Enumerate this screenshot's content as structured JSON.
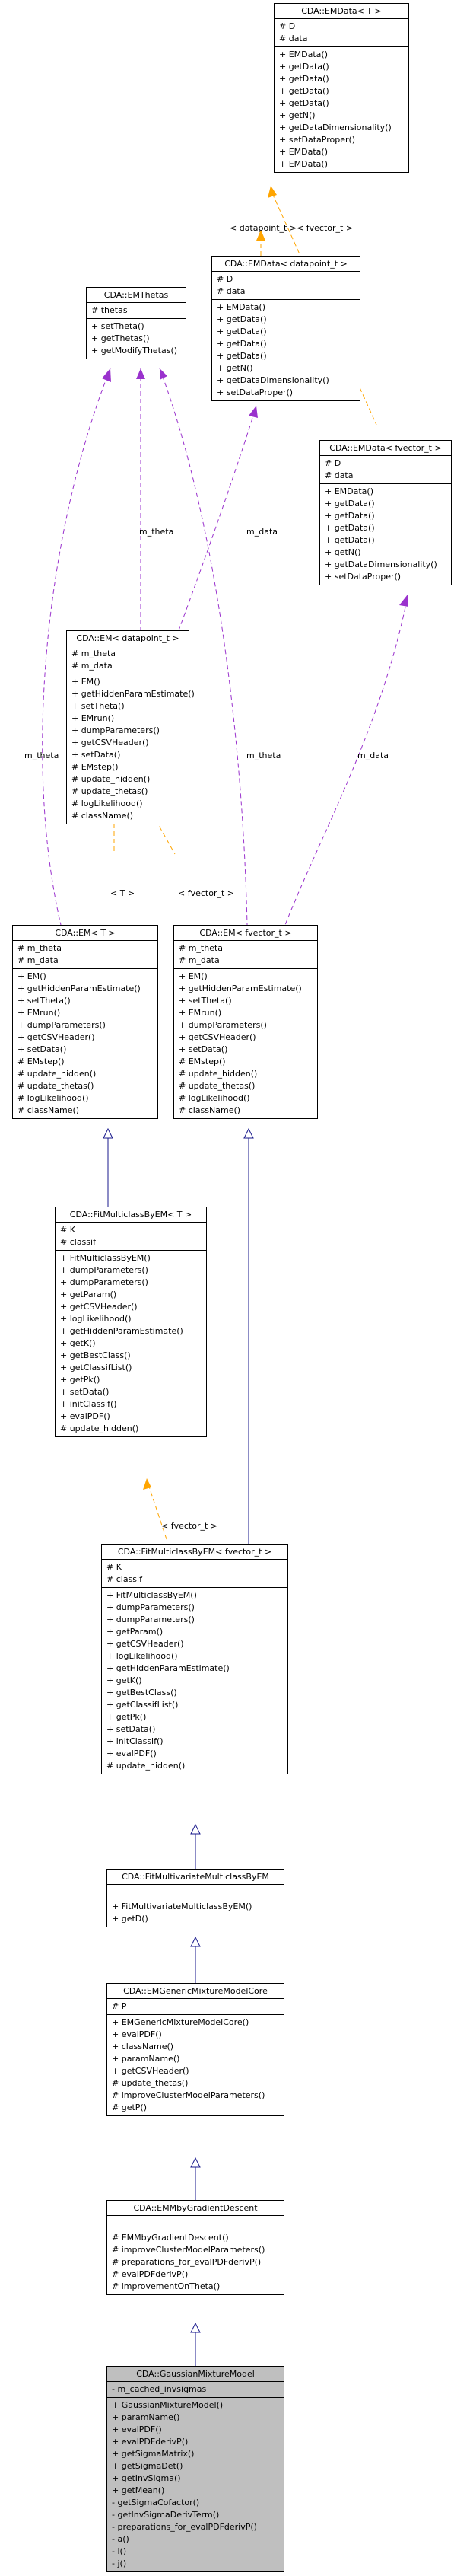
{
  "classes": {
    "emdata_t": {
      "title": "CDA::EMData< T >",
      "attrs": [
        "# D",
        "# data"
      ],
      "methods": [
        "+ EMData()",
        "+ getData()",
        "+ getData()",
        "+ getData()",
        "+ getData()",
        "+ getN()",
        "+ getDataDimensionality()",
        "+ setDataProper()",
        "+ EMData()",
        "+ EMData()"
      ]
    },
    "emthetas": {
      "title": "CDA::EMThetas",
      "attrs": [
        "# thetas"
      ],
      "methods": [
        "+ setTheta()",
        "+ getThetas()",
        "+ getModifyThetas()"
      ]
    },
    "emdata_dp": {
      "title": "CDA::EMData< datapoint_t >",
      "attrs": [
        "# D",
        "# data"
      ],
      "methods": [
        "+ EMData()",
        "+ getData()",
        "+ getData()",
        "+ getData()",
        "+ getData()",
        "+ getN()",
        "+ getDataDimensionality()",
        "+ setDataProper()"
      ]
    },
    "emdata_fv": {
      "title": "CDA::EMData< fvector_t >",
      "attrs": [
        "# D",
        "# data"
      ],
      "methods": [
        "+ EMData()",
        "+ getData()",
        "+ getData()",
        "+ getData()",
        "+ getData()",
        "+ getN()",
        "+ getDataDimensionality()",
        "+ setDataProper()"
      ]
    },
    "em_dp": {
      "title": "CDA::EM< datapoint_t >",
      "attrs": [
        "# m_theta",
        "# m_data"
      ],
      "methods": [
        "+ EM()",
        "+ getHiddenParamEstimate()",
        "+ setTheta()",
        "+ EMrun()",
        "+ dumpParameters()",
        "+ getCSVHeader()",
        "+ setData()",
        "# EMstep()",
        "# update_hidden()",
        "# update_thetas()",
        "# logLikelihood()",
        "# className()"
      ]
    },
    "em_t": {
      "title": "CDA::EM< T >",
      "attrs": [
        "# m_theta",
        "# m_data"
      ],
      "methods": [
        "+ EM()",
        "+ getHiddenParamEstimate()",
        "+ setTheta()",
        "+ EMrun()",
        "+ dumpParameters()",
        "+ getCSVHeader()",
        "+ setData()",
        "# EMstep()",
        "# update_hidden()",
        "# update_thetas()",
        "# logLikelihood()",
        "# className()"
      ]
    },
    "em_fv": {
      "title": "CDA::EM< fvector_t >",
      "attrs": [
        "# m_theta",
        "# m_data"
      ],
      "methods": [
        "+ EM()",
        "+ getHiddenParamEstimate()",
        "+ setTheta()",
        "+ EMrun()",
        "+ dumpParameters()",
        "+ getCSVHeader()",
        "+ setData()",
        "# EMstep()",
        "# update_hidden()",
        "# update_thetas()",
        "# logLikelihood()",
        "# className()"
      ]
    },
    "fmc_t": {
      "title": "CDA::FitMulticlassByEM< T >",
      "attrs": [
        "# K",
        "# classif"
      ],
      "methods": [
        "+ FitMulticlassByEM()",
        "+ dumpParameters()",
        "+ dumpParameters()",
        "+ getParam()",
        "+ getCSVHeader()",
        "+ logLikelihood()",
        "+ getHiddenParamEstimate()",
        "+ getK()",
        "+ getBestClass()",
        "+ getClassifList()",
        "+ getPk()",
        "+ setData()",
        "+ initClassif()",
        "+ evalPDF()",
        "# update_hidden()"
      ]
    },
    "fmc_fv": {
      "title": "CDA::FitMulticlassByEM< fvector_t >",
      "attrs": [
        "# K",
        "# classif"
      ],
      "methods": [
        "+ FitMulticlassByEM()",
        "+ dumpParameters()",
        "+ dumpParameters()",
        "+ getParam()",
        "+ getCSVHeader()",
        "+ logLikelihood()",
        "+ getHiddenParamEstimate()",
        "+ getK()",
        "+ getBestClass()",
        "+ getClassifList()",
        "+ getPk()",
        "+ setData()",
        "+ initClassif()",
        "+ evalPDF()",
        "# update_hidden()"
      ]
    },
    "fmv": {
      "title": "CDA::FitMultivariateMulticlassByEM",
      "attrs": [],
      "methods": [
        "+ FitMultivariateMulticlassByEM()",
        "+ getD()"
      ]
    },
    "emg": {
      "title": "CDA::EMGenericMixtureModelCore",
      "attrs": [
        "# P"
      ],
      "methods": [
        "+ EMGenericMixtureModelCore()",
        "+ evalPDF()",
        "+ className()",
        "+ paramName()",
        "+ getCSVHeader()",
        "# update_thetas()",
        "# improveClusterModelParameters()",
        "# getP()"
      ]
    },
    "emgd": {
      "title": "CDA::EMMbyGradientDescent",
      "attrs": [],
      "methods": [
        "# EMMbyGradientDescent()",
        "# improveClusterModelParameters()",
        "# preparations_for_evalPDFderivP()",
        "# evalPDFderivP()",
        "# improvementOnTheta()"
      ]
    },
    "gmm": {
      "title": "CDA::GaussianMixtureModel",
      "attrs": [
        "- m_cached_invsigmas"
      ],
      "methods": [
        "+ GaussianMixtureModel()",
        "+ paramName()",
        "+ evalPDF()",
        "+ evalPDFderivP()",
        "+ getSigmaMatrix()",
        "+ getSigmaDet()",
        "+ getInvSigma()",
        "+ getMean()",
        "- getSigmaCofactor()",
        "- getInvSigmaDerivTerm()",
        "- preparations_for_evalPDFderivP()",
        "- a()",
        "- i()",
        "- j()"
      ]
    }
  },
  "edge_labels": {
    "datapoint_fvector": "< datapoint_t >< fvector_t >",
    "m_theta_left": "m_theta",
    "m_theta_mid": "m_theta",
    "m_data_mid": "m_data",
    "m_theta_right": "m_theta",
    "m_data_right": "m_data",
    "tparam": "< T >",
    "fvector_em": "< fvector_t >",
    "fvector_fmc": "< fvector_t >"
  },
  "colors": {
    "inheritance": "#1a1a8c",
    "usage": "#9a32cd",
    "template": "#ffa500",
    "highlight_fill": "#bfbfbf"
  }
}
